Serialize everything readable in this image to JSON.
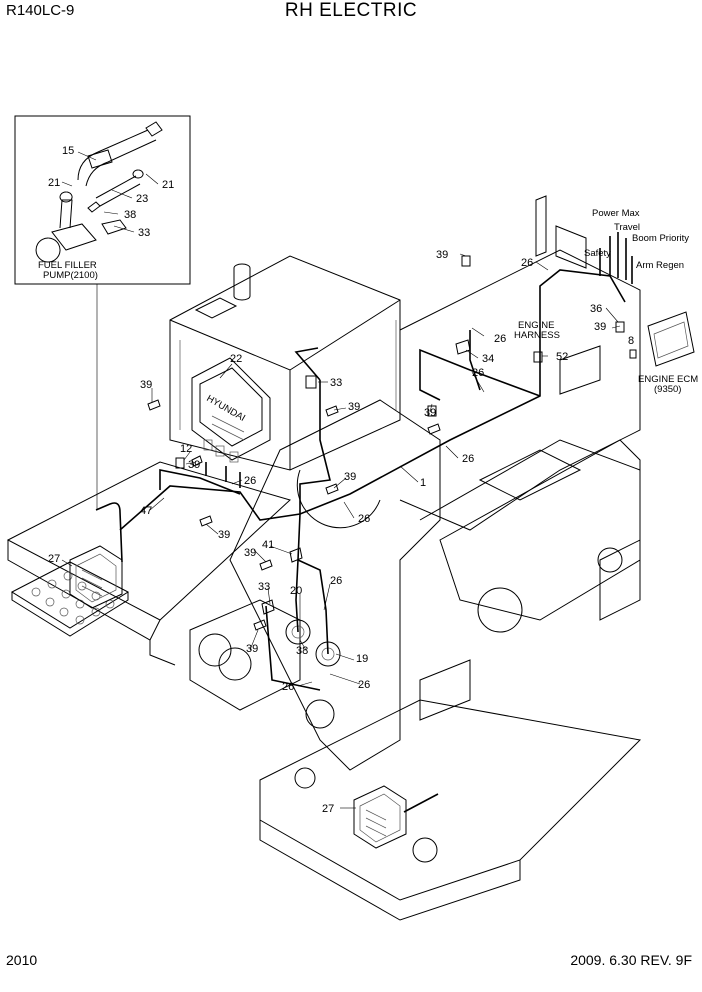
{
  "header": {
    "model": "R140LC-9",
    "title": "RH ELECTRIC"
  },
  "footer": {
    "page": "2010",
    "revision": "2009. 6.30 REV. 9F"
  },
  "inset": {
    "caption_line1": "FUEL FILLER",
    "caption_line2": "PUMP(2100)"
  },
  "callouts": {
    "engine_harness_1": "ENGINE",
    "engine_harness_2": "HARNESS",
    "engine_ecm_1": "ENGINE ECM",
    "engine_ecm_2": "(9350)",
    "power_max": "Power Max",
    "travel": "Travel",
    "boom_priority": "Boom Priority",
    "safety": "Safety",
    "arm_regen": "Arm Regen",
    "brand": "HYUNDAI"
  },
  "parts": {
    "p15": "15",
    "p21a": "21",
    "p21b": "21",
    "p23": "23",
    "p38a": "38",
    "p33a": "33",
    "p39a": "39",
    "p26a": "26",
    "p36": "36",
    "p39b": "39",
    "p8": "8",
    "p26b": "26",
    "p34": "34",
    "p52": "52",
    "p26c": "26",
    "p22": "22",
    "p33b": "33",
    "p39c": "39",
    "p39d": "39",
    "p39e": "39",
    "p26d": "26",
    "p12": "12",
    "p39f": "39",
    "p26e": "26",
    "p1": "1",
    "p39g": "39",
    "p47": "47",
    "p26f": "26",
    "p39h": "39",
    "p39i": "39",
    "p41": "41",
    "p27a": "27",
    "p33c": "33",
    "p20": "20",
    "p26g": "26",
    "p39j": "39",
    "p38b": "38",
    "p19": "19",
    "p26h": "26",
    "p26i": "26",
    "p27b": "27"
  }
}
